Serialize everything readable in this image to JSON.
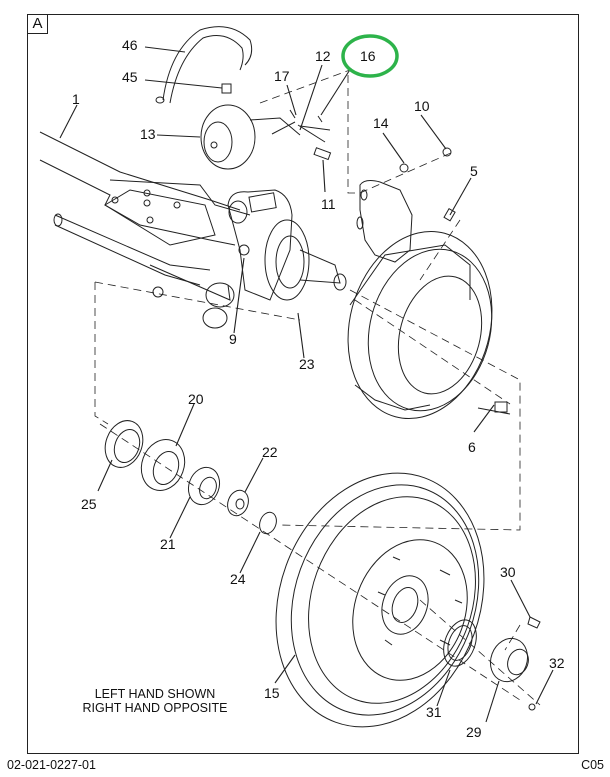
{
  "figure": {
    "panel_label": "A",
    "note_lines": [
      "LEFT HAND SHOWN",
      "RIGHT HAND OPPOSITE"
    ],
    "drawing_number": "02-021-0227-01",
    "sheet_code": "C05",
    "highlight": {
      "callout": "16",
      "color": "#2db34a"
    }
  },
  "callouts": [
    {
      "id": "1",
      "part": "axle-beam"
    },
    {
      "id": "5",
      "part": "grease-fitting"
    },
    {
      "id": "6",
      "part": "backing-plate-bolt"
    },
    {
      "id": "9",
      "part": "knuckle-nut"
    },
    {
      "id": "10",
      "part": "bracket-nut"
    },
    {
      "id": "11",
      "part": "clevis-pin-bushing"
    },
    {
      "id": "12",
      "part": "clevis-pin"
    },
    {
      "id": "13",
      "part": "brake-chamber"
    },
    {
      "id": "14",
      "part": "washer"
    },
    {
      "id": "15",
      "part": "brake-drum"
    },
    {
      "id": "16",
      "part": "cotter-pin"
    },
    {
      "id": "17",
      "part": "clip"
    },
    {
      "id": "20",
      "part": "inner-bearing"
    },
    {
      "id": "21",
      "part": "outer-bearing"
    },
    {
      "id": "22",
      "part": "spindle-washer"
    },
    {
      "id": "23",
      "part": "cotter-pin"
    },
    {
      "id": "24",
      "part": "spindle-nut"
    },
    {
      "id": "25",
      "part": "oil-seal"
    },
    {
      "id": "29",
      "part": "hub-cap"
    },
    {
      "id": "30",
      "part": "fill-plug"
    },
    {
      "id": "31",
      "part": "hub-cap-gasket"
    },
    {
      "id": "32",
      "part": "hub-cap-screw"
    },
    {
      "id": "45",
      "part": "hose-fitting"
    },
    {
      "id": "46",
      "part": "air-hose"
    }
  ]
}
